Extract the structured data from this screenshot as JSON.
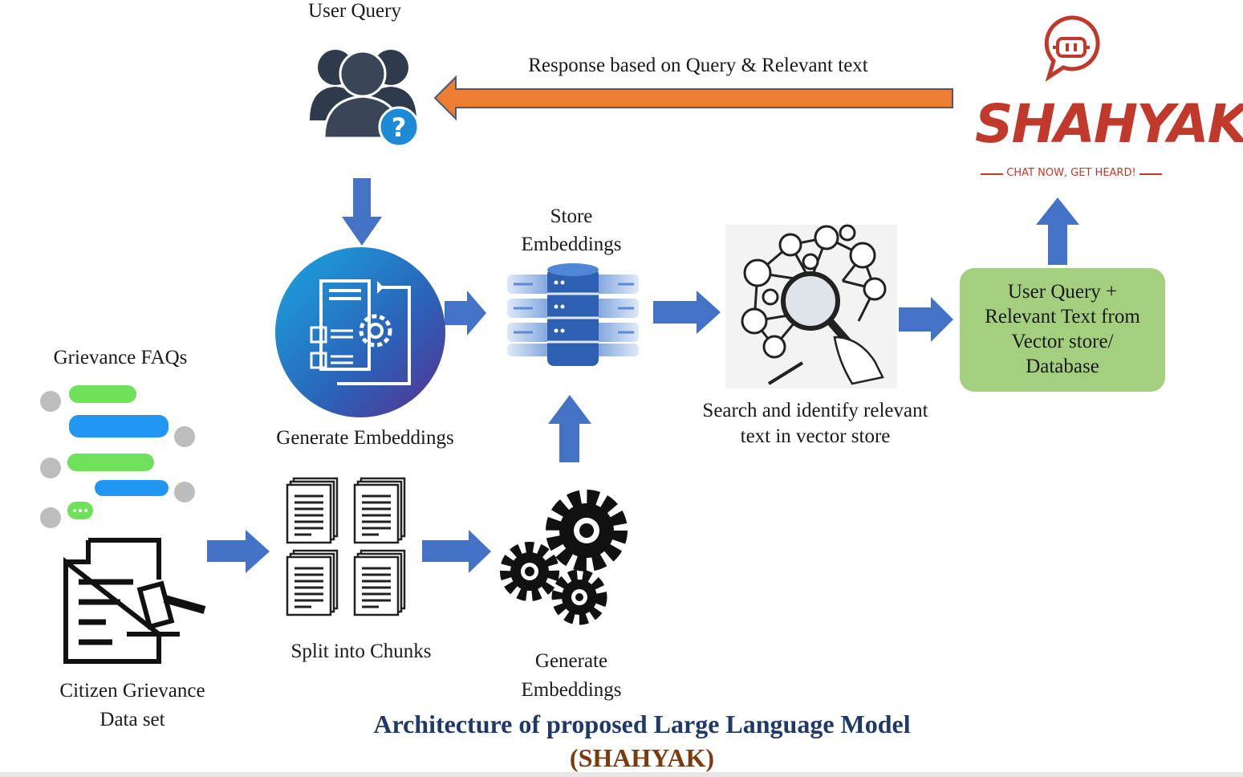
{
  "labels": {
    "user_query": "User Query",
    "response": "Response based on Query & Relevant text",
    "grievance_faqs": "Grievance FAQs",
    "generate_embeddings_top": "Generate Embeddings",
    "store_embeddings_line1": "Store",
    "store_embeddings_line2": "Embeddings",
    "search_line1": "Search and identify relevant",
    "search_line2": "text  in vector store",
    "split_chunks": "Split into Chunks",
    "generate_embeddings_line1": "Generate",
    "generate_embeddings_line2": "Embeddings",
    "dataset_line1": "Citizen Grievance",
    "dataset_line2": "Data set"
  },
  "green_box": {
    "line1": "User Query +",
    "line2": "Relevant Text from",
    "line3": "Vector store/",
    "line4": "Database"
  },
  "brand": {
    "name": "SHAHYAK",
    "tagline": "CHAT NOW, GET HEARD!"
  },
  "title": {
    "line1": "Architecture of proposed Large Language Model",
    "line2": "(SHAHYAK)"
  },
  "icons": {
    "users": "user-group-question-icon",
    "chatbot": "chatbot-speech-bubble-icon",
    "embedding": "document-gear-icon",
    "database": "database-stack-icon",
    "network": "network-magnifier-icon",
    "chat": "chat-bubbles-icon",
    "legal": "legal-document-gavel-icon",
    "chunks": "document-chunks-icon",
    "gears": "gears-icon"
  },
  "colors": {
    "arrow_blue": "#4472c4",
    "arrow_orange": "#ed7d31",
    "green_box": "#a4cf7f",
    "brand_red": "#c0392b",
    "title_blue": "#1f3a68",
    "title_brown": "#7a3b10"
  }
}
